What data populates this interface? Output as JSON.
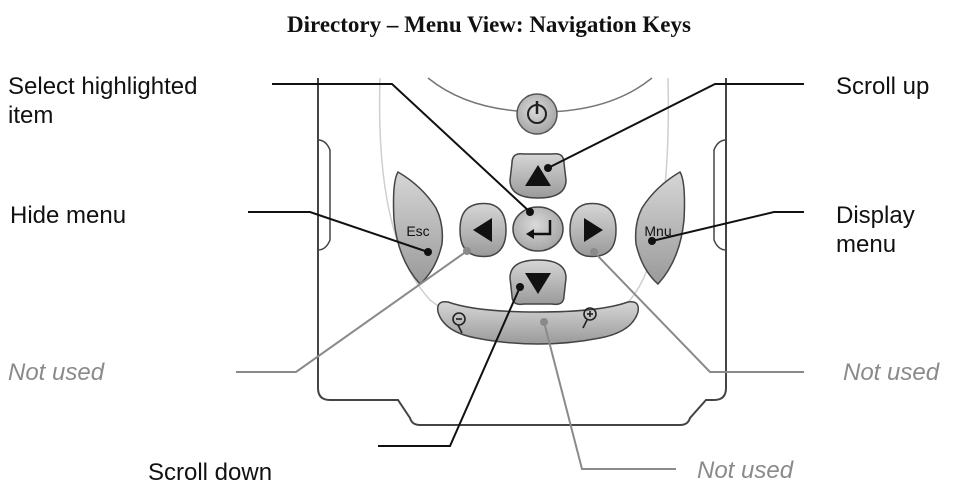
{
  "title": "Directory – Menu View: Navigation Keys",
  "callouts": {
    "select": "Select highlighted item",
    "scroll_up": "Scroll up",
    "hide_menu": "Hide menu",
    "display_menu": "Display menu",
    "not_used_left": "Not used",
    "not_used_right": "Not used",
    "scroll_down": "Scroll down",
    "not_used_bottom": "Not used"
  },
  "keys": {
    "esc": "Esc",
    "mnu": "Mnu"
  },
  "colors": {
    "leader_active": "#111111",
    "leader_unused": "#8a8a8a",
    "key_fill": "#b5b5b5",
    "device_outline": "#444444"
  }
}
